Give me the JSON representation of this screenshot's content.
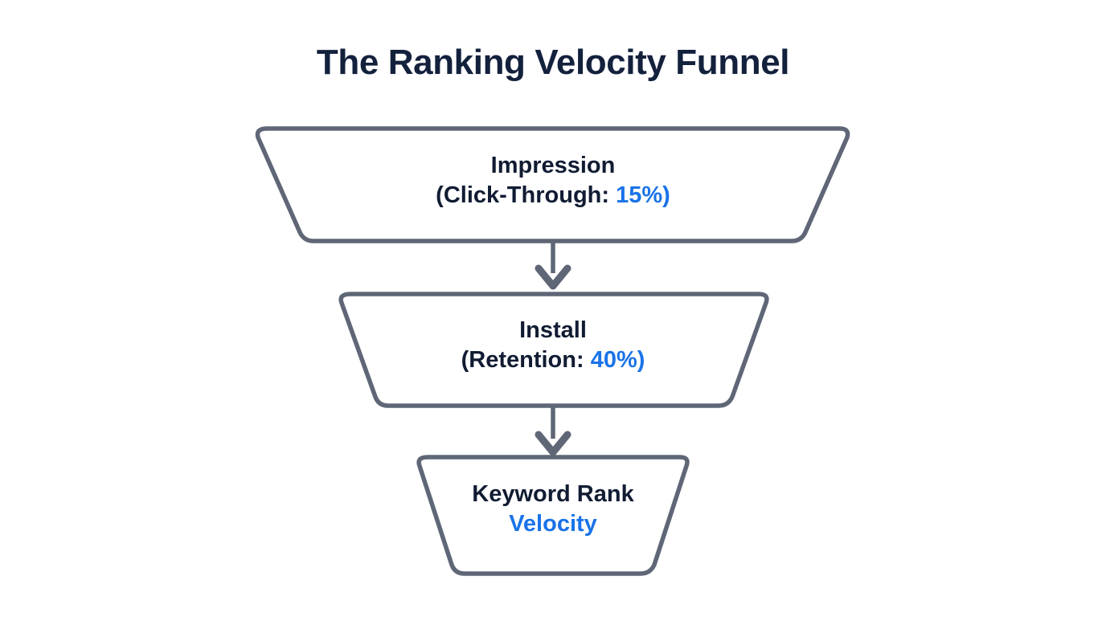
{
  "page": {
    "title": "The Ranking Velocity Funnel",
    "background_color": "#ffffff"
  },
  "colors": {
    "title_text": "#14213d",
    "body_text": "#111c33",
    "accent_blue": "#1a73e8",
    "shape_stroke": "#5f6777",
    "shape_fill": "#ffffff"
  },
  "chart_data": {
    "type": "funnel",
    "title": "The Ranking Velocity Funnel",
    "orientation": "vertical",
    "stages": [
      {
        "index": 1,
        "name": "Impression",
        "metric_label": "Click-Through",
        "metric_value": "15%",
        "line1": "Impression",
        "line2_prefix": "(Click-Through: ",
        "line2_value": "15%",
        "line2_suffix": ")",
        "width_top": 737,
        "width_bottom": 619
      },
      {
        "index": 2,
        "name": "Install",
        "metric_label": "Retention",
        "metric_value": "40%",
        "line1": "Install",
        "line2_prefix": "(Retention: ",
        "line2_value": "40%",
        "line2_suffix": ")",
        "width_top": 532,
        "width_bottom": 422
      },
      {
        "index": 3,
        "name": "Keyword Rank Velocity",
        "metric_label": "",
        "metric_value": "",
        "line1": "Keyword Rank",
        "line2_prefix": "",
        "line2_value": "Velocity",
        "line2_suffix": "",
        "width_top": 337,
        "width_bottom": 233
      }
    ],
    "connectors": [
      {
        "from": 1,
        "to": 2,
        "glyph": "down-arrow"
      },
      {
        "from": 2,
        "to": 3,
        "glyph": "down-arrow"
      }
    ]
  }
}
